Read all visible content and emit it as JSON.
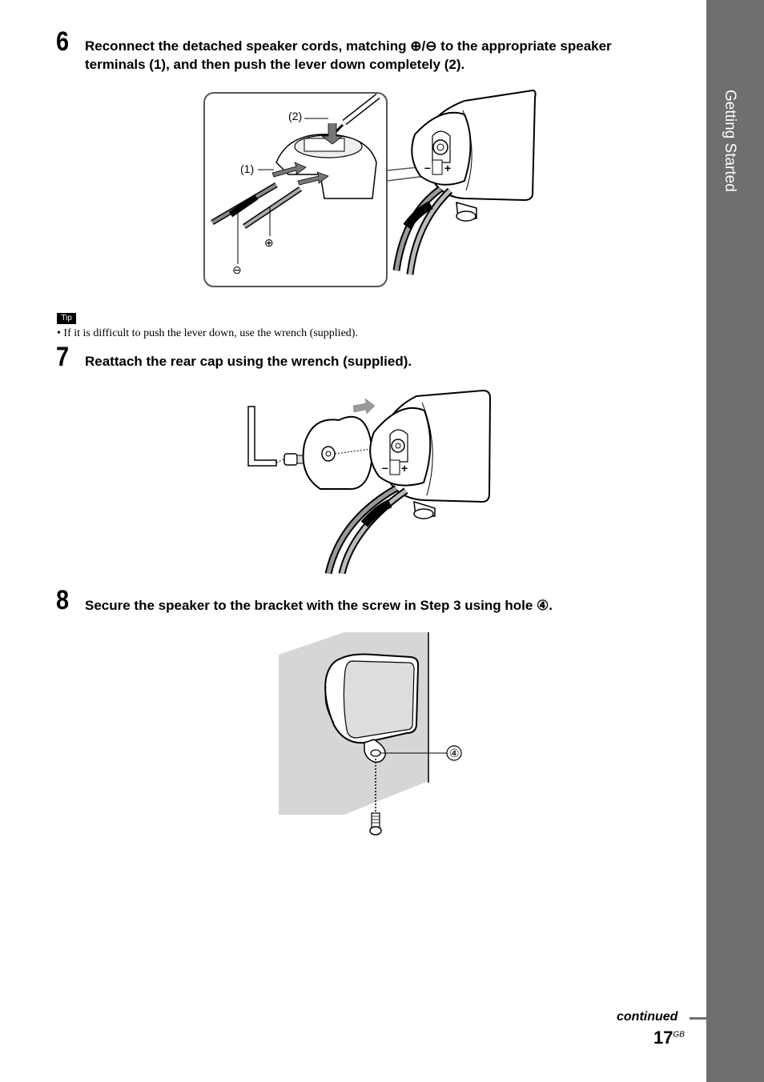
{
  "sidebar": {
    "label": "Getting Started"
  },
  "steps": [
    {
      "number": "6",
      "text_line1": "Reconnect the detached speaker cords, matching ⊕/⊖ to the appropriate speaker",
      "text_line2": "terminals (1), and then push the lever down completely (2)."
    },
    {
      "number": "7",
      "text": "Reattach the rear cap using the wrench (supplied)."
    },
    {
      "number": "8",
      "text": "Secure the speaker to the bracket with the screw in Step 3 using hole ④."
    }
  ],
  "tip": {
    "badge": "Tip",
    "text": "• If it is difficult to push the lever down, use the wrench (supplied)."
  },
  "figure1": {
    "callout_2": "(2)",
    "callout_1": "(1)",
    "plus": "⊕",
    "minus": "⊖",
    "terminal_minus": "–",
    "terminal_plus": "+"
  },
  "figure2": {
    "terminal_minus": "–",
    "terminal_plus": "+"
  },
  "figure3": {
    "callout_hole": "④"
  },
  "footer": {
    "continued": "continued",
    "page_number": "17",
    "page_suffix": "GB"
  }
}
